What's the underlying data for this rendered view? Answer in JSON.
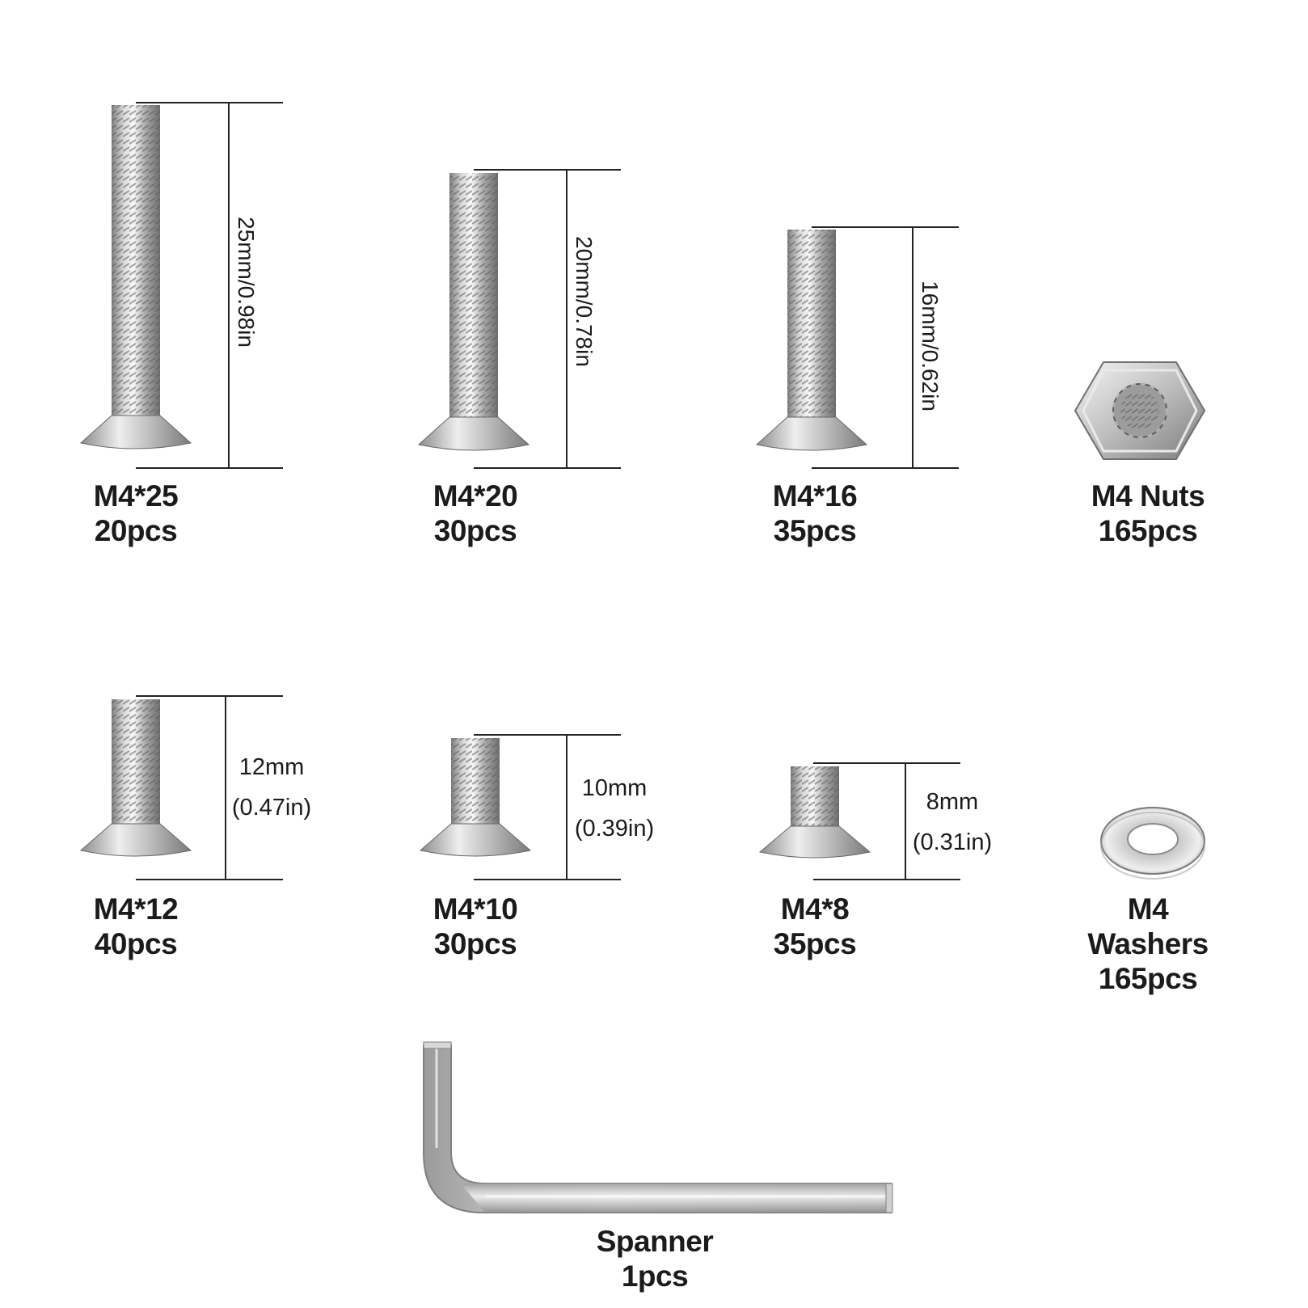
{
  "items": {
    "m4x25": {
      "size": "M4*25",
      "qty": "20pcs",
      "dim": "25mm/0.98in"
    },
    "m4x20": {
      "size": "M4*20",
      "qty": "30pcs",
      "dim": "20mm/0.78in"
    },
    "m4x16": {
      "size": "M4*16",
      "qty": "35pcs",
      "dim": "16mm/0.62in"
    },
    "nuts": {
      "size": "M4 Nuts",
      "qty": "165pcs"
    },
    "m4x12": {
      "size": "M4*12",
      "qty": "40pcs",
      "dim_mm": "12mm",
      "dim_in": "(0.47in)"
    },
    "m4x10": {
      "size": "M4*10",
      "qty": "30pcs",
      "dim_mm": "10mm",
      "dim_in": "(0.39in)"
    },
    "m4x8": {
      "size": "M4*8",
      "qty": "35pcs",
      "dim_mm": "8mm",
      "dim_in": "(0.31in)"
    },
    "washers": {
      "line1": "M4",
      "line2": "Washers",
      "qty": "165pcs"
    },
    "spanner": {
      "size": "Spanner",
      "qty": "1pcs"
    }
  },
  "icons": [
    "countersunk-screw-icon",
    "hex-nut-icon",
    "flat-washer-icon",
    "hex-key-spanner-icon"
  ],
  "colors": {
    "background": "#ffffff",
    "metal_light": "#f2f2f2",
    "metal_dark": "#8a8a8a",
    "text": "#1b1b1b"
  }
}
